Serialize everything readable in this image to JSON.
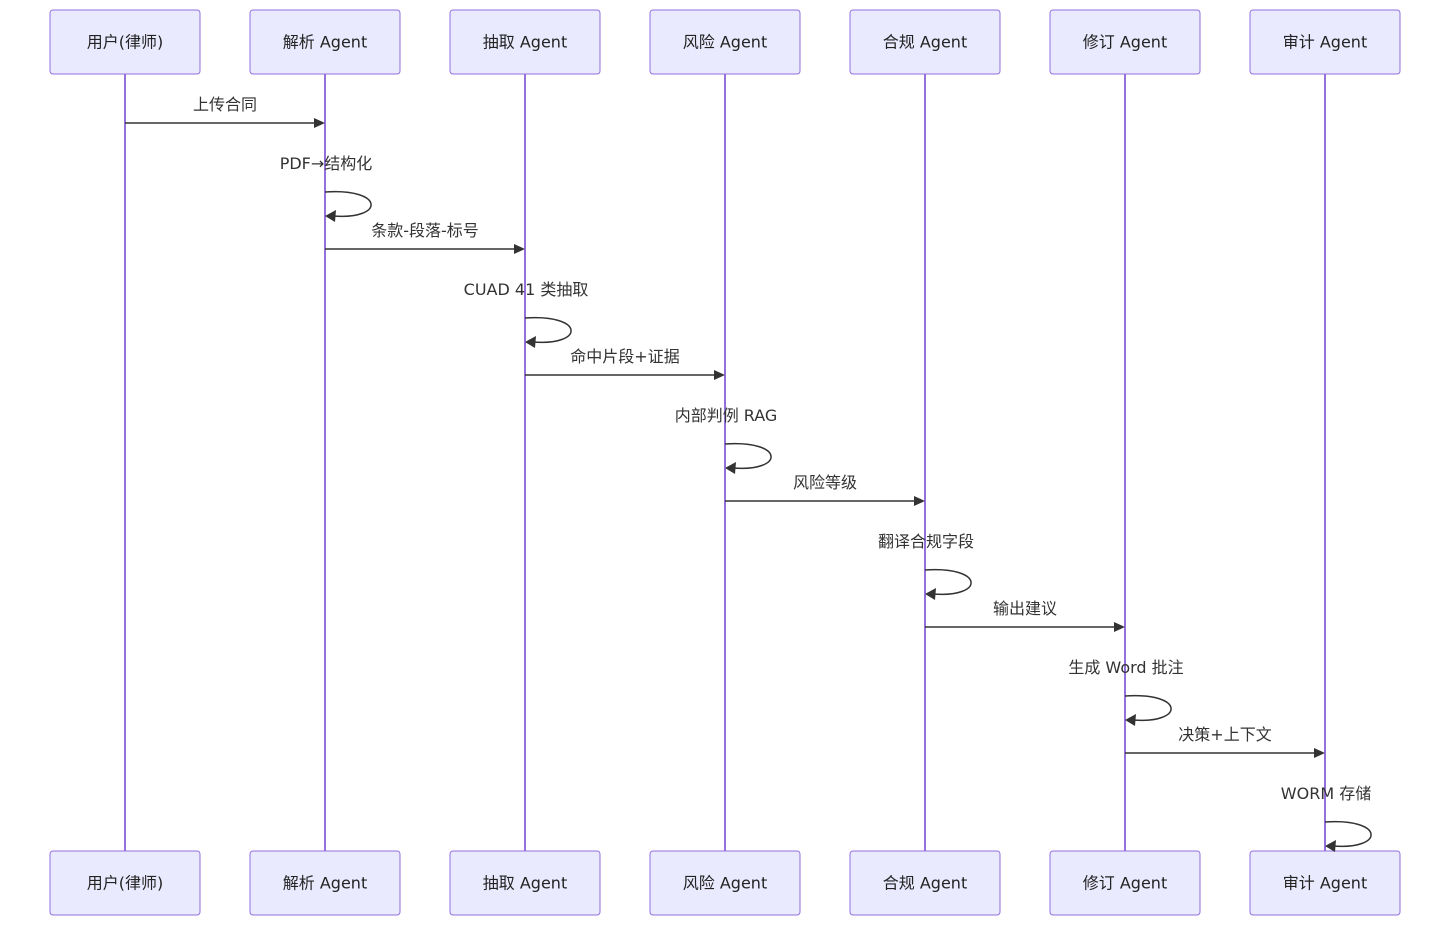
{
  "actors": [
    {
      "id": "user",
      "label": "用户(律师)"
    },
    {
      "id": "parse",
      "label": "解析 Agent"
    },
    {
      "id": "extract",
      "label": "抽取 Agent"
    },
    {
      "id": "risk",
      "label": "风险 Agent"
    },
    {
      "id": "compliance",
      "label": "合规 Agent"
    },
    {
      "id": "revise",
      "label": "修订 Agent"
    },
    {
      "id": "audit",
      "label": "审计 Agent"
    }
  ],
  "messages": [
    {
      "from": 0,
      "to": 1,
      "label": "上传合同"
    },
    {
      "from": 1,
      "to": 1,
      "label": "PDF→结构化"
    },
    {
      "from": 1,
      "to": 2,
      "label": "条款-段落-标号"
    },
    {
      "from": 2,
      "to": 2,
      "label": "CUAD 41 类抽取"
    },
    {
      "from": 2,
      "to": 3,
      "label": "命中片段+证据"
    },
    {
      "from": 3,
      "to": 3,
      "label": "内部判例 RAG"
    },
    {
      "from": 3,
      "to": 4,
      "label": "风险等级"
    },
    {
      "from": 4,
      "to": 4,
      "label": "翻译合规字段"
    },
    {
      "from": 4,
      "to": 5,
      "label": "输出建议"
    },
    {
      "from": 5,
      "to": 5,
      "label": "生成 Word 批注"
    },
    {
      "from": 5,
      "to": 6,
      "label": "决策+上下文"
    },
    {
      "from": 6,
      "to": 6,
      "label": "WORM 存储"
    }
  ],
  "colors": {
    "actor_fill": "#eaeaff",
    "actor_border": "#9370db",
    "lifeline": "#9370db",
    "message": "#333333"
  }
}
